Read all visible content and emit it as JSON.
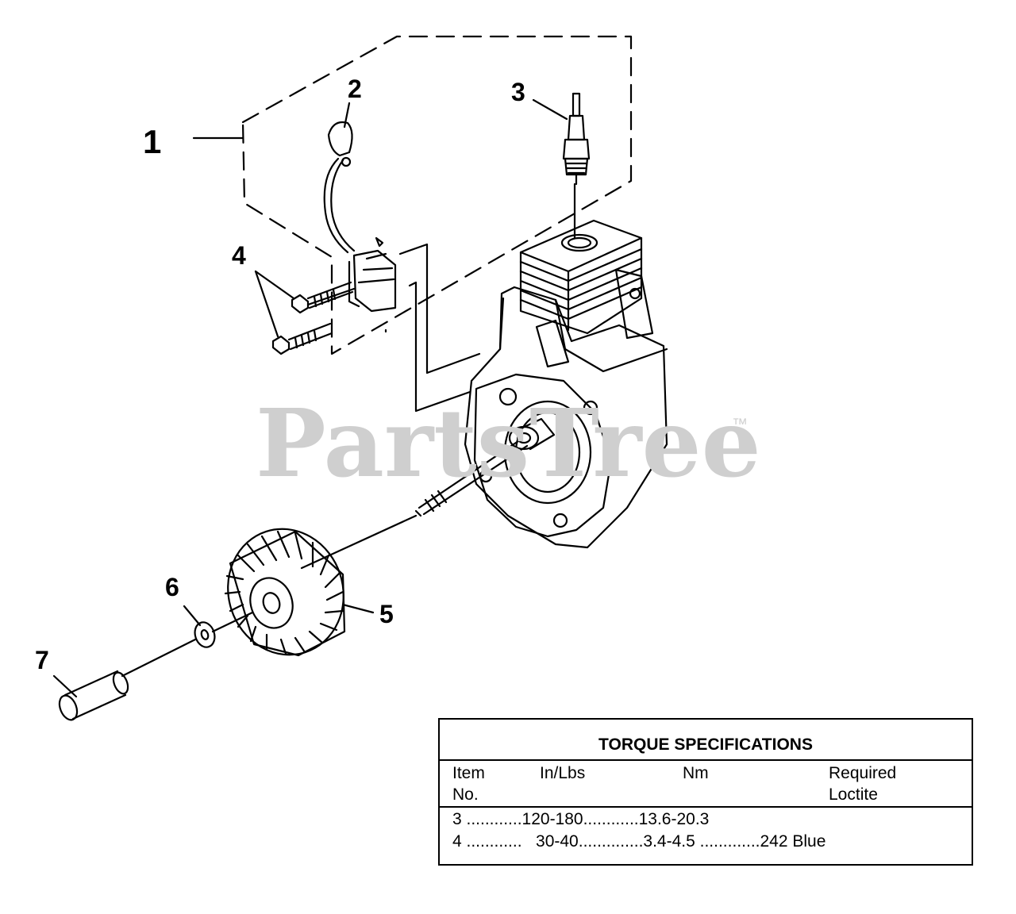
{
  "watermark": {
    "text": "PartsTree",
    "tm": "™"
  },
  "callouts": [
    {
      "id": "1",
      "label": "1"
    },
    {
      "id": "2",
      "label": "2"
    },
    {
      "id": "3",
      "label": "3"
    },
    {
      "id": "4",
      "label": "4"
    },
    {
      "id": "5",
      "label": "5"
    },
    {
      "id": "6",
      "label": "6"
    },
    {
      "id": "7",
      "label": "7"
    }
  ],
  "torque_table": {
    "title": "TORQUE SPECIFICATIONS",
    "headers": {
      "item_line1": "Item",
      "item_line2": "No.",
      "inlbs": "In/Lbs",
      "nm": "Nm",
      "loctite_line1": "Required",
      "loctite_line2": "Loctite"
    },
    "rows": [
      {
        "line": "3 ............120-180............13.6-20.3"
      },
      {
        "line": "4 ............   30-40..............3.4-4.5 .............242 Blue"
      }
    ]
  }
}
